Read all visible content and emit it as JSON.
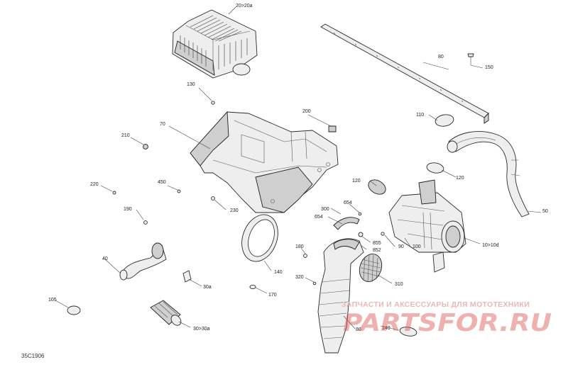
{
  "diagram": {
    "reference_code": "35C1906",
    "callouts": [
      "20>20a",
      "80",
      "150",
      "130",
      "110",
      "200",
      "70",
      "210",
      "120",
      "120",
      "220",
      "450",
      "50",
      "300",
      "654",
      "190",
      "230",
      "654",
      "855",
      "90",
      "100",
      "852",
      "10>10d",
      "180",
      "40",
      "140",
      "320",
      "310",
      "30a",
      "170",
      "105",
      "30>30a",
      "80",
      "140"
    ]
  },
  "watermark": {
    "tagline": "ЗАПЧАСТИ И АКСЕССУАРЫ ДЛЯ МОТОТЕХНИКИ",
    "logo_text": "PARTSFOR.RU",
    "color": "#d9534f"
  }
}
